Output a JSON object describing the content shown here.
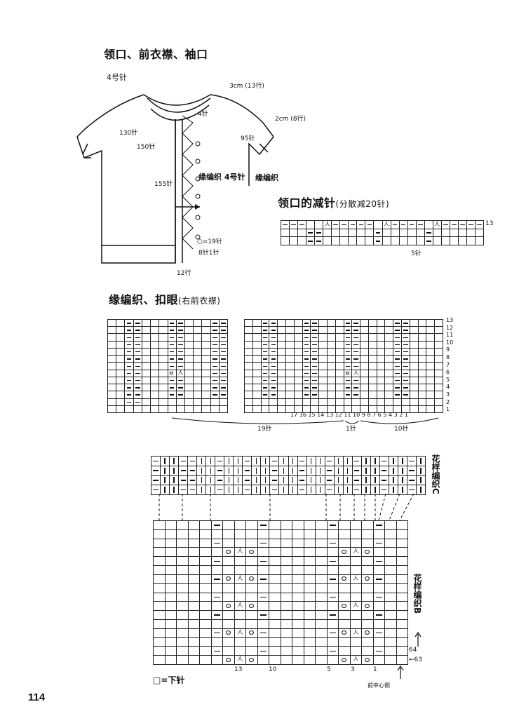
{
  "sections": {
    "neckline_title": "领口、前衣襟、袖口",
    "neck_decrease_title": "领口的减针",
    "neck_decrease_sub": "(分散减20针)",
    "border_title": "缘编织、扣眼",
    "border_sub": "(右前衣襟)"
  },
  "garment_labels": {
    "needle_4": "4号针",
    "cm3": "3cm (13行)",
    "cm2": "2cm (8行)",
    "st130": "130针",
    "st150": "150针",
    "st95": "95针",
    "st4": "4针",
    "st155": "155针",
    "border_knit_needle": "缘编织 4号针",
    "border_knit": "缘编织",
    "buttonhole": "○=19针",
    "st8_1": "8针1针",
    "rows12": "12行"
  },
  "decrease_chart": {
    "row_label": "13",
    "span_label": "5针"
  },
  "border_chart": {
    "rows": [
      "13",
      "12",
      "11",
      "10",
      "9",
      "8",
      "7",
      "6",
      "5",
      "4",
      "3",
      "2",
      "1"
    ],
    "cols": "17 16 15 14 13 12 11 10  9  8  7  6  5  4  3  2  1",
    "span19": "19针",
    "span1": "1针",
    "span10": "10针"
  },
  "pattern_c": {
    "title": "花样编织C"
  },
  "pattern_b": {
    "title": "花样编织B",
    "row64": "64",
    "row63": "←63",
    "cols": [
      "13",
      "10",
      "5",
      "3",
      "1"
    ],
    "center_front": "前中心侧"
  },
  "legend": "□=下针",
  "page_number": "114"
}
